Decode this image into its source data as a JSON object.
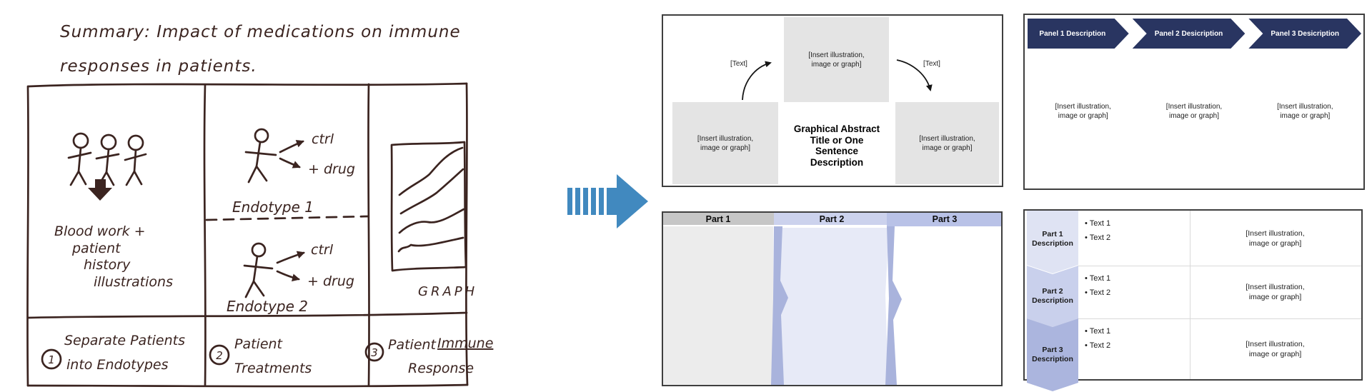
{
  "colors": {
    "ink": "#3b2420",
    "accent": "#4189bf",
    "navy": "#293561",
    "band": "#a9b3dc",
    "parthead1": "#c6c6c6",
    "parthead2": "#ccd2ed",
    "parthead3": "#b9c2e7",
    "partbody1": "#ececec",
    "partbody2": "#e7eaf7",
    "chev1": "#dfe3f3",
    "chev2": "#c9d0ec",
    "chev3": "#abb5de",
    "boxgray": "#e4e4e4",
    "border": "#3f3f3f",
    "gridline": "#d9d9d9"
  },
  "sketch": {
    "title_line1": "Summary: Impact of medications on immune",
    "title_line2": "responses in patients.",
    "panel1_caption": [
      "Blood work +",
      "patient",
      "history",
      "illustrations"
    ],
    "ctrl_label": "ctrl",
    "drug_label": "+ drug",
    "endotype1_label": "Endotype 1",
    "endotype2_label": "Endotype 2",
    "graph_label": "GRAPH",
    "steps": [
      {
        "number": "1",
        "line1": "Separate Patients",
        "line2": "into Endotypes"
      },
      {
        "number": "2",
        "line1": "Patient",
        "line2": "Treatments"
      },
      {
        "number": "3",
        "line1": "Patient",
        "underlined": "Immune",
        "line2": "Response"
      }
    ]
  },
  "templates": {
    "placeholder": "[Insert illustration,\nimage or graph]",
    "text_label": "[Text]",
    "cycle_title": "Graphical Abstract\nTitle or One\nSentence\nDescription",
    "panel_labels": [
      "Panel 1 Description",
      "Panel 2 Desicription",
      "Panel 3 Desicription"
    ],
    "part_headers": [
      "Part 1",
      "Part 2",
      "Part 3"
    ],
    "table_rows": [
      {
        "label": "Part 1\nDescription",
        "bullets": "• Text 1\n• Text 2"
      },
      {
        "label": "Part 2\nDescription",
        "bullets": "• Text 1\n• Text 2"
      },
      {
        "label": "Part 3\nDescription",
        "bullets": "• Text 1\n• Text 2"
      }
    ]
  }
}
